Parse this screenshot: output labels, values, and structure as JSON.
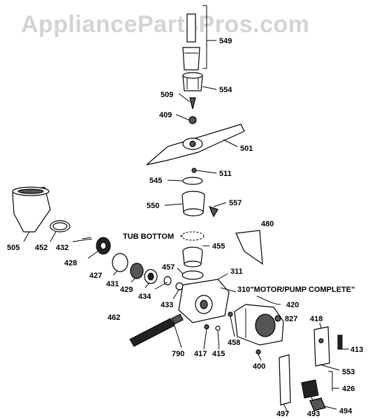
{
  "watermark": "AppliancePartsPros.com",
  "callouts": {
    "tub_bottom": "TUB BOTTOM",
    "motor_pump_complete": "310\"MOTOR/PUMP COMPLETE\""
  },
  "part_numbers": {
    "p549": "549",
    "p554": "554",
    "p509": "509",
    "p409": "409",
    "p501": "501",
    "p511": "511",
    "p545": "545",
    "p550": "550",
    "p557": "557",
    "p480": "480",
    "p505": "505",
    "p452": "452",
    "p432": "432",
    "p428": "428",
    "p455": "455",
    "p427": "427",
    "p431": "431",
    "p429": "429",
    "p457": "457",
    "p311": "311",
    "p434": "434",
    "p433": "433",
    "p420": "420",
    "p827": "827",
    "p462": "462",
    "p418": "418",
    "p413": "413",
    "p790": "790",
    "p417": "417",
    "p415": "415",
    "p458": "458",
    "p400": "400",
    "p553": "553",
    "p426": "426",
    "p497": "497",
    "p493": "493",
    "p494": "494"
  }
}
